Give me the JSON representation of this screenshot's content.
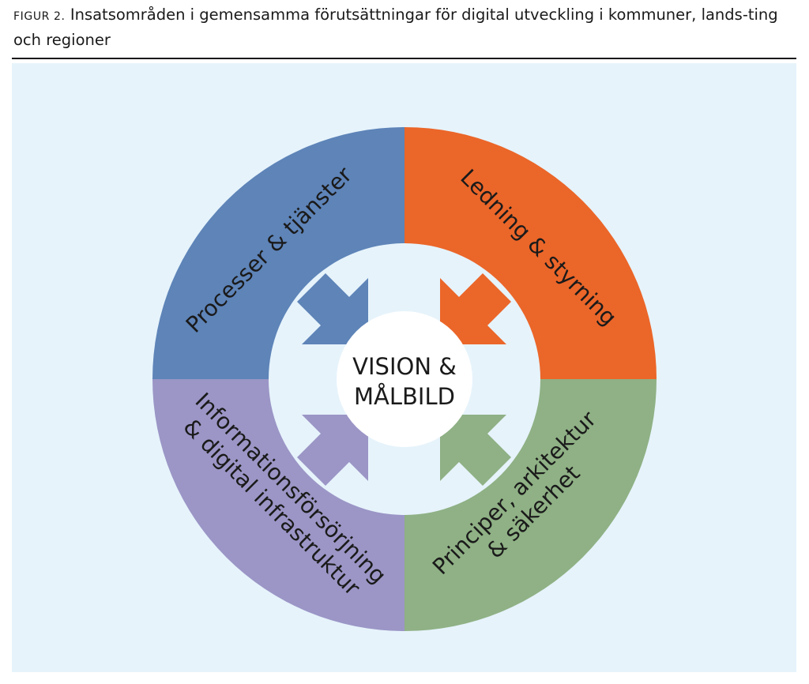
{
  "caption": {
    "label": "FIGUR 2.",
    "text": "Insatsområden i gemensamma förutsättningar för digital utveckling i kommuner, lands-ting och regioner"
  },
  "diagram": {
    "center": {
      "line1": "VISION &",
      "line2": "MÅLBILD"
    },
    "segments": [
      {
        "id": "processer",
        "lines": [
          "Processer & tjänster"
        ],
        "color": "#5e84b8"
      },
      {
        "id": "ledning",
        "lines": [
          "Ledning & styrning"
        ],
        "color": "#eb6629"
      },
      {
        "id": "principer",
        "lines": [
          "Principer, arkitektur",
          "& säkerhet"
        ],
        "color": "#8fb185"
      },
      {
        "id": "information",
        "lines": [
          "Informationsförsörjning",
          "& digital infrastruktur"
        ],
        "color": "#9b96c6"
      }
    ],
    "background_color": "#e6f3fb",
    "center_color": "#ffffff"
  }
}
